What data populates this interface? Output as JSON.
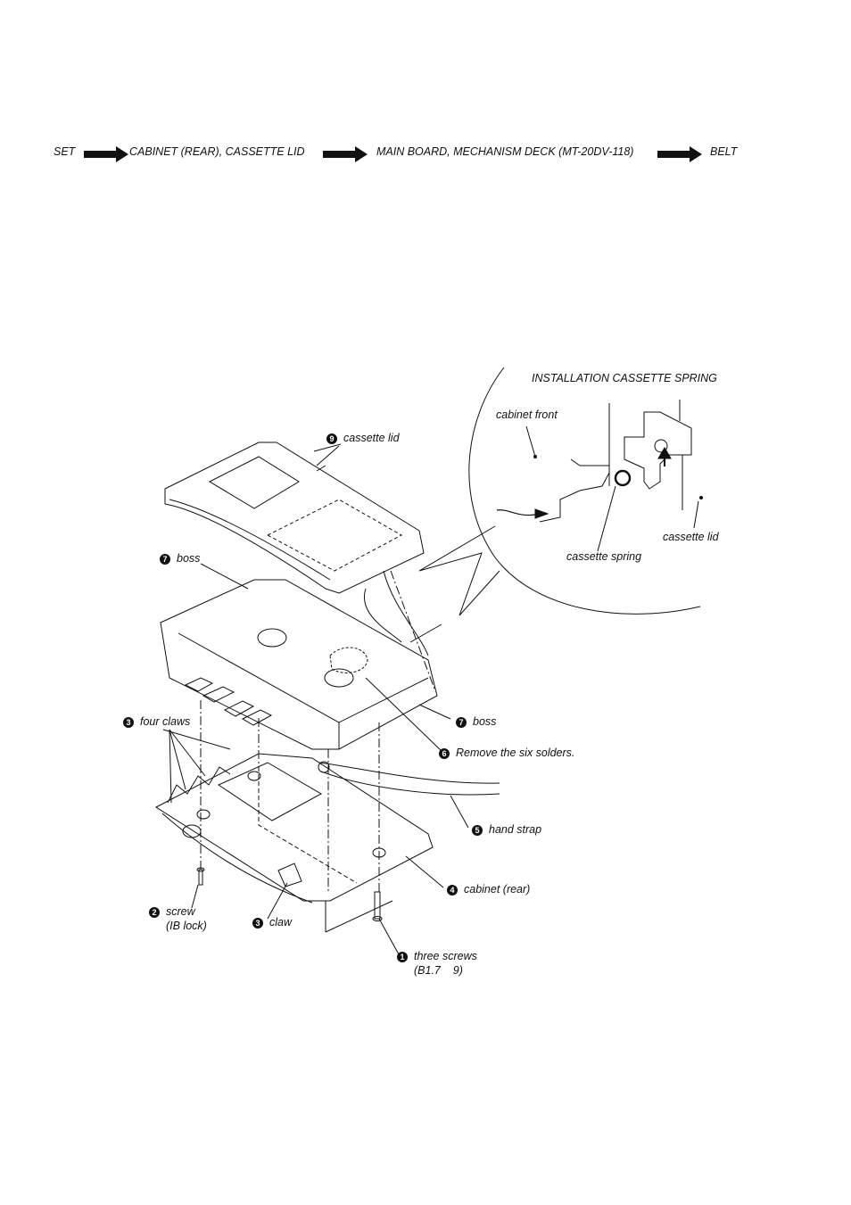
{
  "flowchart": {
    "steps": [
      "SET",
      "CABINET  (REAR), CASSETTE  LID",
      "MAIN  BOARD, MECHANISM  DECK (MT-20DV-118)",
      "BELT"
    ]
  },
  "inset": {
    "title": "INSTALLATION CASSETTE SPRING",
    "cabinet_front": "cabinet front",
    "cassette_spring": "cassette spring",
    "cassette_lid": "cassette lid"
  },
  "callouts": [
    {
      "num": "1",
      "text": "three screws",
      "sub": "(B1.7    9)"
    },
    {
      "num": "2",
      "text": "screw",
      "sub": "(IB lock)"
    },
    {
      "num": "3",
      "text": "four claws"
    },
    {
      "num": "3",
      "text": "claw"
    },
    {
      "num": "4",
      "text": "cabinet (rear)"
    },
    {
      "num": "5",
      "text": "hand strap"
    },
    {
      "num": "6",
      "text": "Remove the six solders."
    },
    {
      "num": "7",
      "text": "boss"
    },
    {
      "num": "7",
      "text": "boss"
    },
    {
      "num": "9",
      "text": "cassette lid"
    }
  ]
}
